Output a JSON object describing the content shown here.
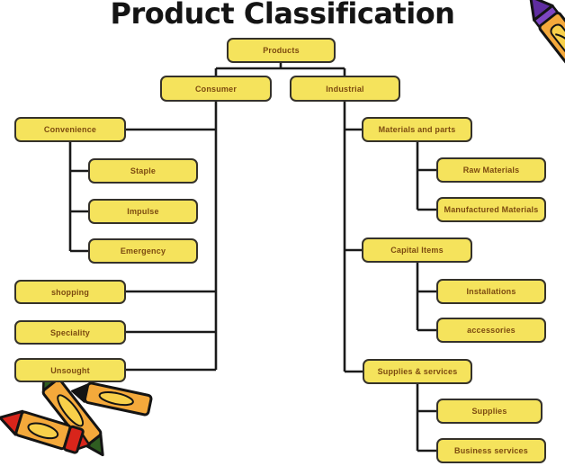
{
  "title": "Product Classification",
  "colors": {
    "background": "#FFFFFF",
    "box_fill": "#F5E35C",
    "box_border": "#35322A",
    "box_text": "#7C4A10",
    "connector": "#1A1A1A",
    "title_text": "#141414",
    "crayon_body": "#F4A93B",
    "crayon_highlight": "#F8D04A",
    "crayon_tip_red": "#D8251B",
    "crayon_tip_purple": "#5F2DA0",
    "crayon_tip_green": "#2F5D21"
  },
  "diagram": {
    "type": "tree",
    "root": "products",
    "nodes": {
      "products": {
        "label": "Products",
        "children": [
          "consumer",
          "industrial"
        ]
      },
      "consumer": {
        "label": "Consumer",
        "children": [
          "convenience",
          "shopping",
          "speciality",
          "unsought"
        ]
      },
      "industrial": {
        "label": "Industrial",
        "children": [
          "materials_and_parts",
          "capital_items",
          "supplies_and_services"
        ]
      },
      "convenience": {
        "label": "Convenience",
        "children": [
          "staple",
          "impulse",
          "emergency"
        ]
      },
      "staple": {
        "label": "Staple",
        "children": []
      },
      "impulse": {
        "label": "Impulse",
        "children": []
      },
      "emergency": {
        "label": "Emergency",
        "children": []
      },
      "shopping": {
        "label": "shopping",
        "children": []
      },
      "speciality": {
        "label": "Speciality",
        "children": []
      },
      "unsought": {
        "label": "Unsought",
        "children": []
      },
      "materials_and_parts": {
        "label": "Materials and parts",
        "children": [
          "raw_materials",
          "manufactured_materials"
        ]
      },
      "raw_materials": {
        "label": "Raw Materials",
        "children": []
      },
      "manufactured_materials": {
        "label": "Manufactured Materials",
        "children": []
      },
      "capital_items": {
        "label": "Capital Items",
        "children": [
          "installations",
          "accessories"
        ]
      },
      "installations": {
        "label": "Installations",
        "children": []
      },
      "accessories": {
        "label": "accessories",
        "children": []
      },
      "supplies_and_services": {
        "label": "Supplies & services",
        "children": [
          "supplies",
          "business_services"
        ]
      },
      "supplies": {
        "label": "Supplies",
        "children": []
      },
      "business_services": {
        "label": "Business services",
        "children": []
      }
    }
  },
  "decorations": {
    "top_right": "crayon-icon",
    "bottom_left": "crayons-icon"
  }
}
